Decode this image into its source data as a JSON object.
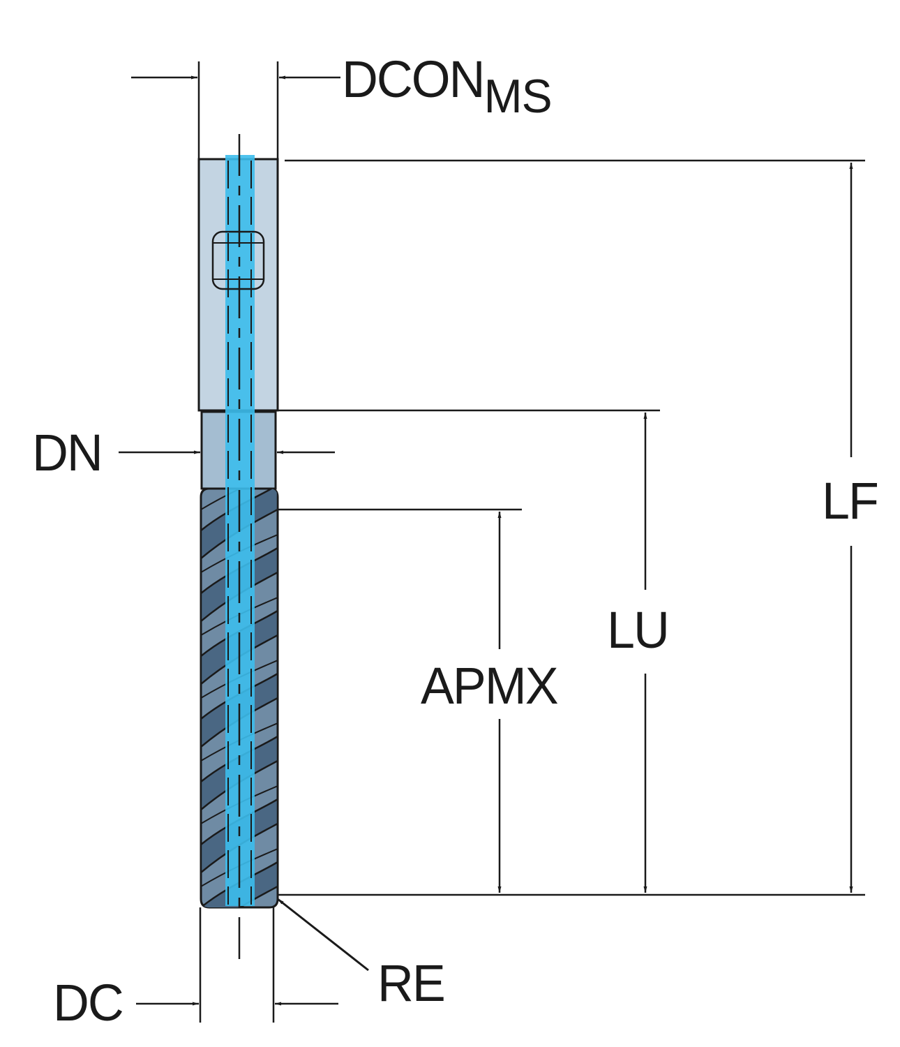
{
  "diagram": {
    "labels": {
      "dcon": "DCON",
      "dcon_sub": "MS",
      "dn": "DN",
      "lf": "LF",
      "lu": "LU",
      "apmx": "APMX",
      "re": "RE",
      "dc": "DC"
    },
    "colors": {
      "line": "#1a1a1a",
      "shank_fill": "#c3d4e2",
      "neck_fill": "#a4bdd1",
      "flute_fill": "#6f8ba4",
      "flute_shade": "#4a6783",
      "coolant_channel": "#3cbcec"
    }
  }
}
